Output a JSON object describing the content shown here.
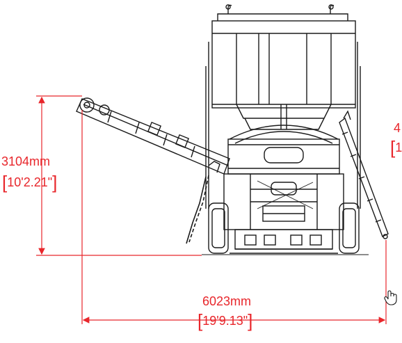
{
  "colors": {
    "dimension": "#e8262b",
    "drawing": "#1a1a1a"
  },
  "dimensions": {
    "height": {
      "metric": "3104mm",
      "imperial": "10'2.21\""
    },
    "width": {
      "metric": "6023mm",
      "imperial": "19'9.13\""
    },
    "right_partial": {
      "metric": "4",
      "imperial": "1"
    }
  },
  "icons": {
    "cursor": "hand-pointer-icon"
  }
}
